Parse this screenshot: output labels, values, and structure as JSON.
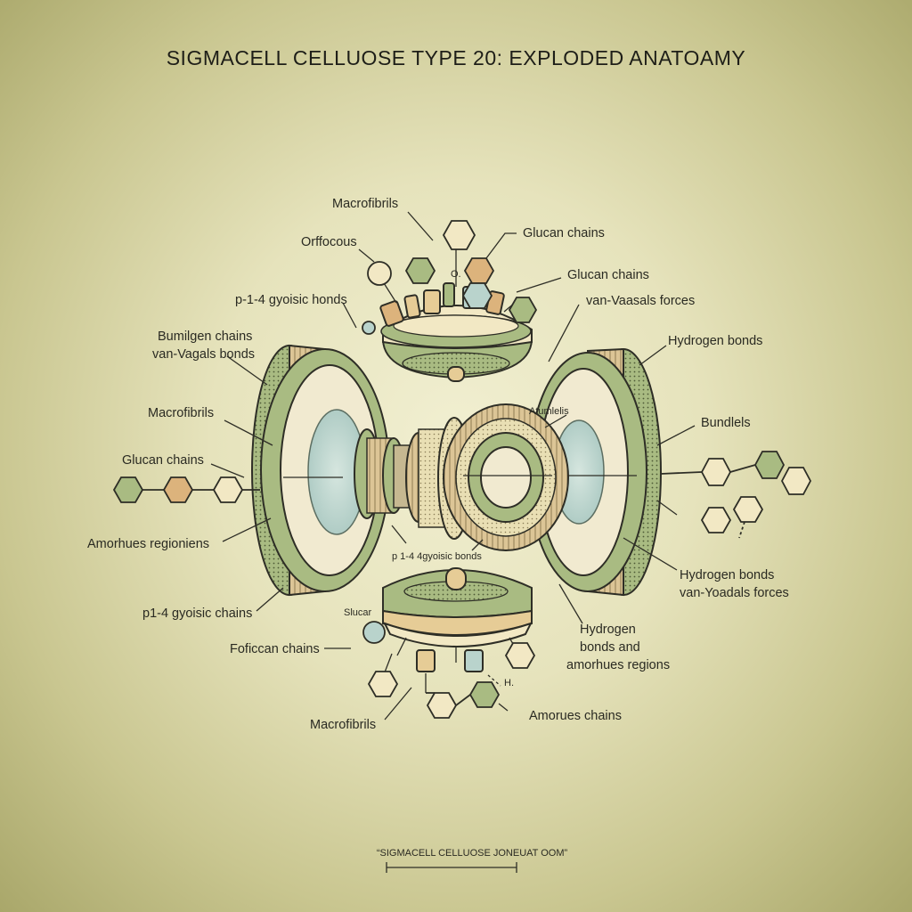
{
  "title": "SIGMACELL CELLUOSE TYPE 20: EXPLODED ANATOAMY",
  "footer": "“SIGMACELL CELLUOSE JONEUAT OOM”",
  "colors": {
    "background": "#e6e3bc",
    "sage_green": "#a9bb82",
    "tan": "#dcc596",
    "amber": "#dcb37c",
    "pale_blue": "#b9d3cc",
    "cream": "#f2e8c4",
    "ink": "#2e2e26"
  },
  "labels": {
    "macrofibrils_top": "Macrofibrils",
    "orffocous": "Orffocous",
    "glucan_chains_top1": "Glucan chains",
    "glucan_chains_top2": "Glucan chains",
    "van_vaasals_forces": "van-Vaasals forces",
    "b14_gyoisic_bonds_top": "p-1-4 gyoisic honds",
    "bumilgen_chains": "Bumilgen chains",
    "van_vagals_bonds": "van-Vagals bonds",
    "hydrogen_bonds_right": "Hydrogen bonds",
    "macrofibrils_left": "Macrofibrils",
    "bundlels": "Bundlels",
    "atumlelis": "Atumlelis",
    "glucan_chains_left": "Glucan chains",
    "amorhues_regioniens": "Amorhues regioniens",
    "b14_gyoisic_bonds_center": "p 1-4 4gyoisic bonds",
    "hydrogen_bonds_lower_right": "Hydrogen bonds",
    "van_yoadals_forces": "van-Yoadals forces",
    "b14_gyoisic_chains": "p1-4 gyoisic chains",
    "slucar": "Slucar",
    "foficcan_chains": "Foficcan chains",
    "hydrogen": "Hydrogen",
    "bonds_and": "bonds and",
    "amorhues_regions": "amorhues regions",
    "h_mark": "H.",
    "o_mark": "O.",
    "macrofibrils_bottom": "Macrofibrils",
    "amorues_chains": "Amorues chains"
  }
}
